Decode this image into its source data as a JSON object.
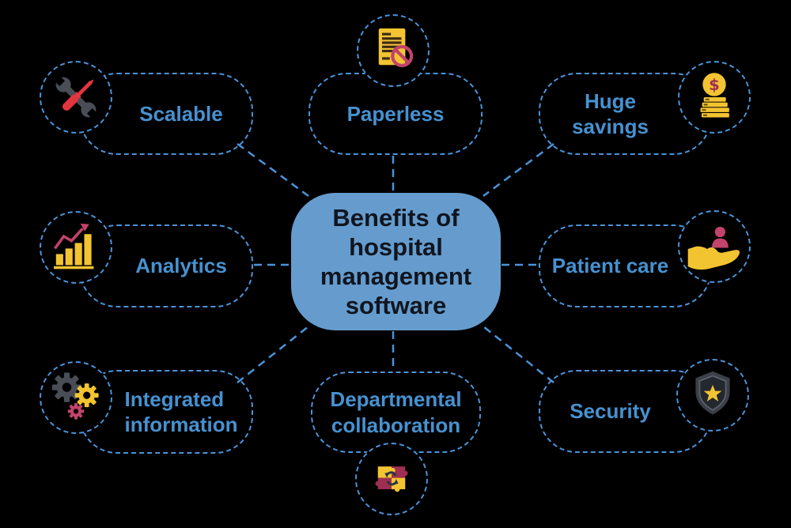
{
  "title": "Benefits of hospital management software",
  "center": {
    "label": "Benefits of\nhospital\nmanagement\nsoftware"
  },
  "nodes": [
    {
      "id": "scalable",
      "label": "Scalable",
      "icon": "wrench-screwdriver-icon"
    },
    {
      "id": "paperless",
      "label": "Paperless",
      "icon": "no-paper-document-icon"
    },
    {
      "id": "huge-savings",
      "label": "Huge savings",
      "icon": "money-stack-icon"
    },
    {
      "id": "analytics",
      "label": "Analytics",
      "icon": "bar-chart-growth-icon"
    },
    {
      "id": "patient-care",
      "label": "Patient care",
      "icon": "hand-holding-person-icon"
    },
    {
      "id": "integrated-information",
      "label": "Integrated\ninformation",
      "icon": "gears-icon"
    },
    {
      "id": "departmental-collaboration",
      "label": "Departmental\ncollaboration",
      "icon": "puzzle-pieces-icon"
    },
    {
      "id": "security",
      "label": "Security",
      "icon": "shield-star-icon"
    }
  ],
  "colors": {
    "background": "#000000",
    "line_blue": "#4a93d9",
    "label_blue": "#4791d0",
    "center_fill": "#659ccd",
    "center_text": "#10151f",
    "icon_yellow": "#f3c431",
    "icon_red": "#e4353f",
    "icon_crimson": "#c2436b",
    "icon_maroon": "#9e2e52",
    "icon_gray": "#484d56",
    "icon_dark": "#2a3542"
  }
}
